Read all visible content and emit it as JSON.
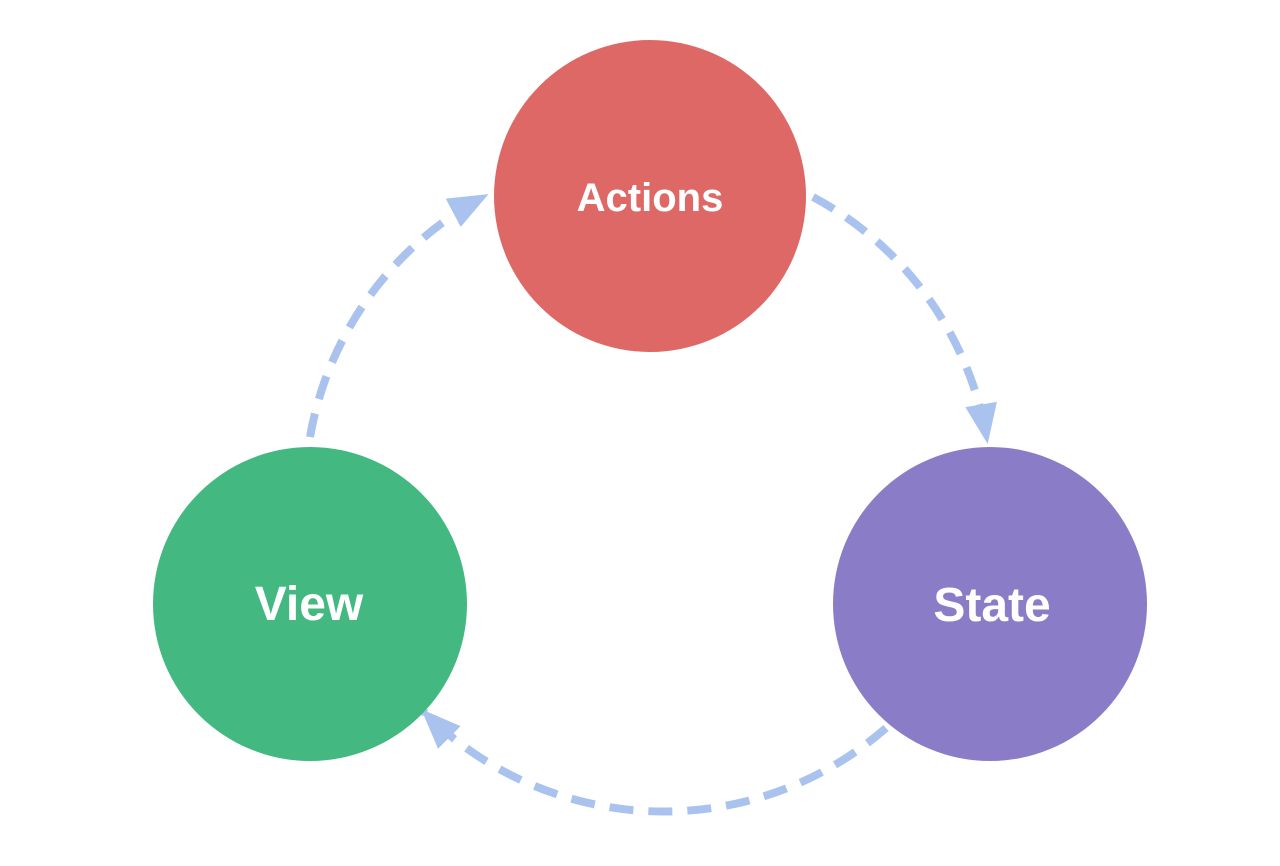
{
  "diagram": {
    "kind": "one-way-data-flow-cycle",
    "background_color": "#FFFFFF",
    "arrow": {
      "color": "#A9C3EE",
      "style": "dashed"
    },
    "nodes": [
      {
        "id": "actions",
        "label": "Actions",
        "fill": "#DE6865",
        "text_color": "#FFFFFF"
      },
      {
        "id": "state",
        "label": "State",
        "fill": "#8B7CC8",
        "text_color": "#FFFFFF"
      },
      {
        "id": "view",
        "label": "View",
        "fill": "#43B880",
        "text_color": "#FFFFFF"
      }
    ],
    "edges": [
      {
        "from": "Actions",
        "to": "State"
      },
      {
        "from": "State",
        "to": "View"
      },
      {
        "from": "View",
        "to": "Actions"
      }
    ]
  }
}
